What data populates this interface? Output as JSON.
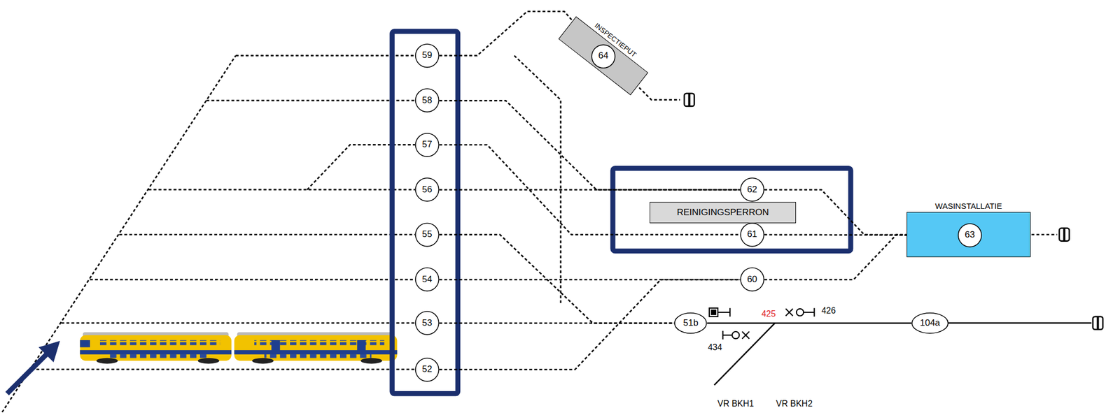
{
  "diagram": {
    "nodes": [
      {
        "text": [
          "INSPECTIEPUT"
        ]
      },
      {
        "text": [
          "64"
        ],
        "in": 0
      },
      {
        "text": [
          "59"
        ]
      },
      {
        "text": [
          "58"
        ]
      },
      {
        "text": [
          "57"
        ]
      },
      {
        "text": [
          "56"
        ]
      },
      {
        "text": [
          "55"
        ]
      },
      {
        "text": [
          "54"
        ]
      },
      {
        "text": [
          "53"
        ]
      },
      {
        "text": [
          "52"
        ]
      },
      {
        "text": [
          "62"
        ]
      },
      {
        "text": [
          "REINIGINGSPERRON"
        ]
      },
      {
        "text": [
          "61"
        ]
      },
      {
        "text": [
          "WASINSTALLATIE"
        ]
      },
      {
        "text": [
          "63"
        ],
        "in": 13
      },
      {
        "text": [
          "60"
        ]
      },
      {
        "text": [
          "51b"
        ]
      },
      {
        "text": [
          "104a"
        ]
      }
    ],
    "edges": [
      {
        "from": 2,
        "to": 1,
        "arrow": "none"
      },
      {
        "from": 3,
        "to": 10,
        "arrow": "none"
      },
      {
        "from": 4,
        "to": 12,
        "arrow": "none"
      },
      {
        "from": 5,
        "to": 10,
        "arrow": "none"
      },
      {
        "from": 6,
        "to": 16,
        "arrow": "none"
      },
      {
        "from": 7,
        "to": 15,
        "arrow": "none"
      },
      {
        "from": 8,
        "to": 16,
        "arrow": "none"
      },
      {
        "from": 9,
        "to": 15,
        "arrow": "none"
      },
      {
        "from": 10,
        "to": 14,
        "arrow": "none"
      },
      {
        "from": 12,
        "to": 14,
        "arrow": "none"
      },
      {
        "from": 15,
        "to": 14,
        "arrow": "none"
      },
      {
        "from": 16,
        "to": 17,
        "arrow": "none"
      }
    ],
    "labels": [
      "425",
      "426",
      "434",
      "VR BKH1",
      "VR BKH2"
    ]
  }
}
